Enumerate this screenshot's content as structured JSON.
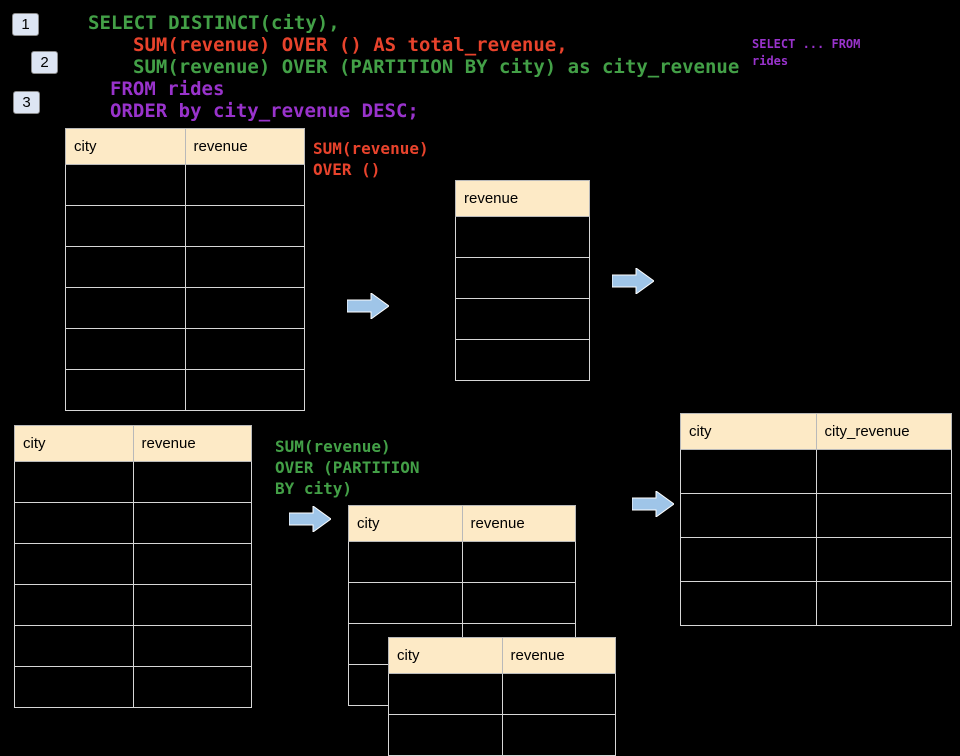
{
  "badges": [
    {
      "label": "1"
    },
    {
      "label": "2"
    },
    {
      "label": "3"
    }
  ],
  "sql": {
    "line1": "SELECT DISTINCT(city),",
    "line2": "SUM(revenue) OVER () AS total_revenue,",
    "line3": "SUM(revenue) OVER (PARTITION BY city) as city_revenue",
    "line4": "FROM rides",
    "line5": "ORDER by city_revenue DESC;"
  },
  "side_note": {
    "line1": "SELECT ... FROM",
    "line2": "rides"
  },
  "annotation_total": {
    "line1": "SUM(revenue)",
    "line2": "OVER ()"
  },
  "annotation_partition": {
    "line1": "SUM(revenue)",
    "line2": "OVER (PARTITION",
    "line3": "BY city)"
  },
  "tables": {
    "source_top": {
      "headers": [
        "city",
        "revenue"
      ],
      "empty_rows": 6
    },
    "total_revenue_result": {
      "headers": [
        "revenue"
      ],
      "empty_rows": 4
    },
    "source_bottom": {
      "headers": [
        "city",
        "revenue"
      ],
      "empty_rows": 6
    },
    "partition_step": {
      "headers": [
        "city",
        "revenue"
      ],
      "empty_rows": 4
    },
    "partition_step_overlay": {
      "headers": [
        "city",
        "revenue"
      ],
      "empty_rows": 2
    },
    "city_revenue_result": {
      "headers": [
        "city",
        "city_revenue"
      ],
      "empty_rows": 4
    }
  },
  "colors": {
    "background": "#000000",
    "green": "#43a047",
    "red": "#e8432c",
    "purple": "#9933cc",
    "table_header_bg": "#fdeac6",
    "arrow_fill": "#9fc5e8",
    "badge_bg": "#dde5f3"
  }
}
